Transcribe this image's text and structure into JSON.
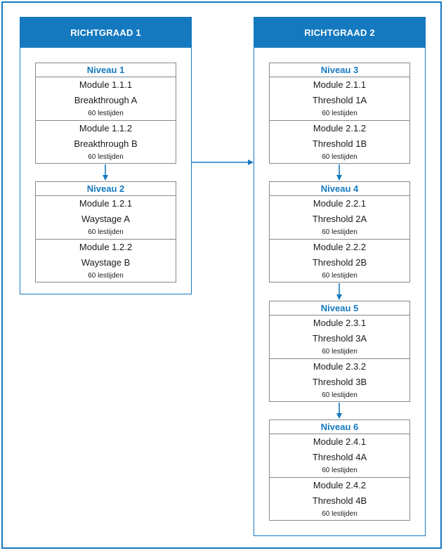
{
  "richtgraden": [
    {
      "title": "RICHTGRAAD 1",
      "levels": [
        {
          "title": "Niveau 1",
          "modules": [
            {
              "code": "Module 1.1.1",
              "name": "Breakthrough A",
              "hours": "60 lestijden"
            },
            {
              "code": "Module 1.1.2",
              "name": "Breakthrough B",
              "hours": "60 lestijden"
            }
          ]
        },
        {
          "title": "Niveau 2",
          "modules": [
            {
              "code": "Module 1.2.1",
              "name": "Waystage A",
              "hours": "60 lestijden"
            },
            {
              "code": "Module 1.2.2",
              "name": "Waystage B",
              "hours": "60 lestijden"
            }
          ]
        }
      ]
    },
    {
      "title": "RICHTGRAAD 2",
      "levels": [
        {
          "title": "Niveau 3",
          "modules": [
            {
              "code": "Module 2.1.1",
              "name": "Threshold 1A",
              "hours": "60 lestijden"
            },
            {
              "code": "Module 2.1.2",
              "name": "Threshold 1B",
              "hours": "60 lestijden"
            }
          ]
        },
        {
          "title": "Niveau 4",
          "modules": [
            {
              "code": "Module 2.2.1",
              "name": "Threshold 2A",
              "hours": "60 lestijden"
            },
            {
              "code": "Module 2.2.2",
              "name": "Threshold 2B",
              "hours": "60 lestijden"
            }
          ]
        },
        {
          "title": "Niveau 5",
          "modules": [
            {
              "code": "Module 2.3.1",
              "name": "Threshold 3A",
              "hours": "60 lestijden"
            },
            {
              "code": "Module 2.3.2",
              "name": "Threshold 3B",
              "hours": "60 lestijden"
            }
          ]
        },
        {
          "title": "Niveau 6",
          "modules": [
            {
              "code": "Module 2.4.1",
              "name": "Threshold 4A",
              "hours": "60 lestijden"
            },
            {
              "code": "Module 2.4.2",
              "name": "Threshold 4B",
              "hours": "60 lestijden"
            }
          ]
        }
      ]
    }
  ],
  "colors": {
    "accent": "#1579c0",
    "border": "#888888"
  }
}
